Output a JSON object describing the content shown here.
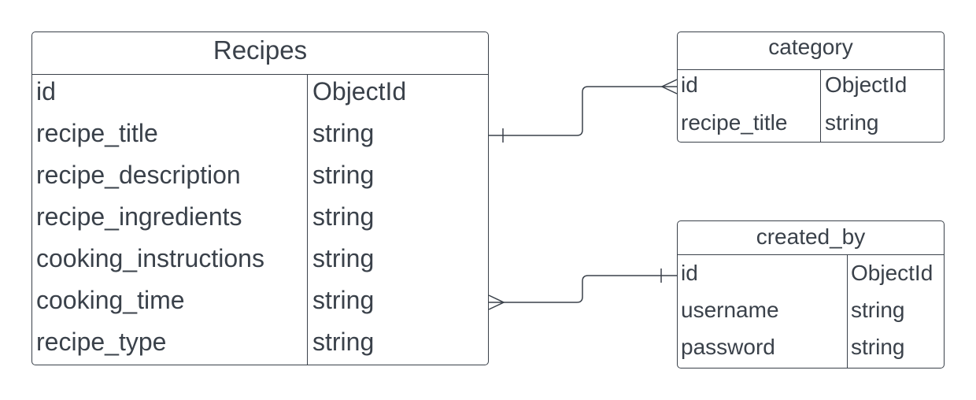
{
  "entities": {
    "recipes": {
      "title": "Recipes",
      "fields": [
        {
          "name": "id",
          "type": "ObjectId"
        },
        {
          "name": "recipe_title",
          "type": "string"
        },
        {
          "name": "recipe_description",
          "type": "string"
        },
        {
          "name": "recipe_ingredients",
          "type": "string"
        },
        {
          "name": "cooking_instructions",
          "type": "string"
        },
        {
          "name": "cooking_time",
          "type": "string"
        },
        {
          "name": "recipe_type",
          "type": "string"
        }
      ]
    },
    "category": {
      "title": "category",
      "fields": [
        {
          "name": "id",
          "type": "ObjectId"
        },
        {
          "name": "recipe_title",
          "type": "string"
        }
      ]
    },
    "created_by": {
      "title": "created_by",
      "fields": [
        {
          "name": "id",
          "type": "ObjectId"
        },
        {
          "name": "username",
          "type": "string"
        },
        {
          "name": "password",
          "type": "string"
        }
      ]
    }
  },
  "relationships": [
    {
      "from": "recipes.recipe_title",
      "from_end": "one",
      "to": "category.id",
      "to_end": "many"
    },
    {
      "from": "recipes.cooking_time",
      "from_end": "many",
      "to": "created_by.id",
      "to_end": "one"
    }
  ],
  "colors": {
    "line": "#3a414a",
    "text": "#3a414a",
    "background": "#ffffff"
  }
}
